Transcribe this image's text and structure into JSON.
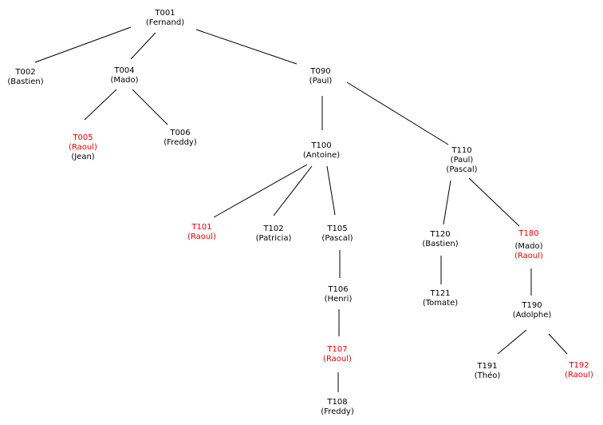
{
  "colors": {
    "default_text": "#000000",
    "highlight_text": "#e00000",
    "edge": "#000000"
  },
  "nodes": {
    "t001": {
      "id": "T001",
      "names": [
        "(Fernand)"
      ]
    },
    "t002": {
      "id": "T002",
      "names": [
        "(Bastien)"
      ]
    },
    "t004": {
      "id": "T004",
      "names": [
        "(Mado)"
      ]
    },
    "t090": {
      "id": "T090",
      "names": [
        "(Paul)"
      ]
    },
    "t005": {
      "id": "T005",
      "names": [
        "(Raoul)",
        "(Jean)"
      ]
    },
    "t006": {
      "id": "T006",
      "names": [
        "(Freddy)"
      ]
    },
    "t100": {
      "id": "T100",
      "names": [
        "(Antoine)"
      ]
    },
    "t110": {
      "id": "T110",
      "names": [
        "(Paul)",
        "(Pascal)"
      ]
    },
    "t101": {
      "id": "T101",
      "names": [
        "(Raoul)"
      ]
    },
    "t102": {
      "id": "T102",
      "names": [
        "(Patricia)"
      ]
    },
    "t105": {
      "id": "T105",
      "names": [
        "(Pascal)"
      ]
    },
    "t106": {
      "id": "T106",
      "names": [
        "(Henri)"
      ]
    },
    "t107": {
      "id": "T107",
      "names": [
        "(Raoul)"
      ]
    },
    "t108": {
      "id": "T108",
      "names": [
        "(Freddy)"
      ]
    },
    "t120": {
      "id": "T120",
      "names": [
        "(Bastien)"
      ]
    },
    "t121": {
      "id": "T121",
      "names": [
        "(Tomate)"
      ]
    },
    "t180": {
      "id": "T180",
      "names": [
        "(Mado)",
        "(Raoul)"
      ]
    },
    "t190": {
      "id": "T190",
      "names": [
        "(Adolphe)"
      ]
    },
    "t191": {
      "id": "T191",
      "names": [
        "(Théo)"
      ]
    },
    "t192": {
      "id": "T192",
      "names": [
        "(Raoul)"
      ]
    }
  }
}
